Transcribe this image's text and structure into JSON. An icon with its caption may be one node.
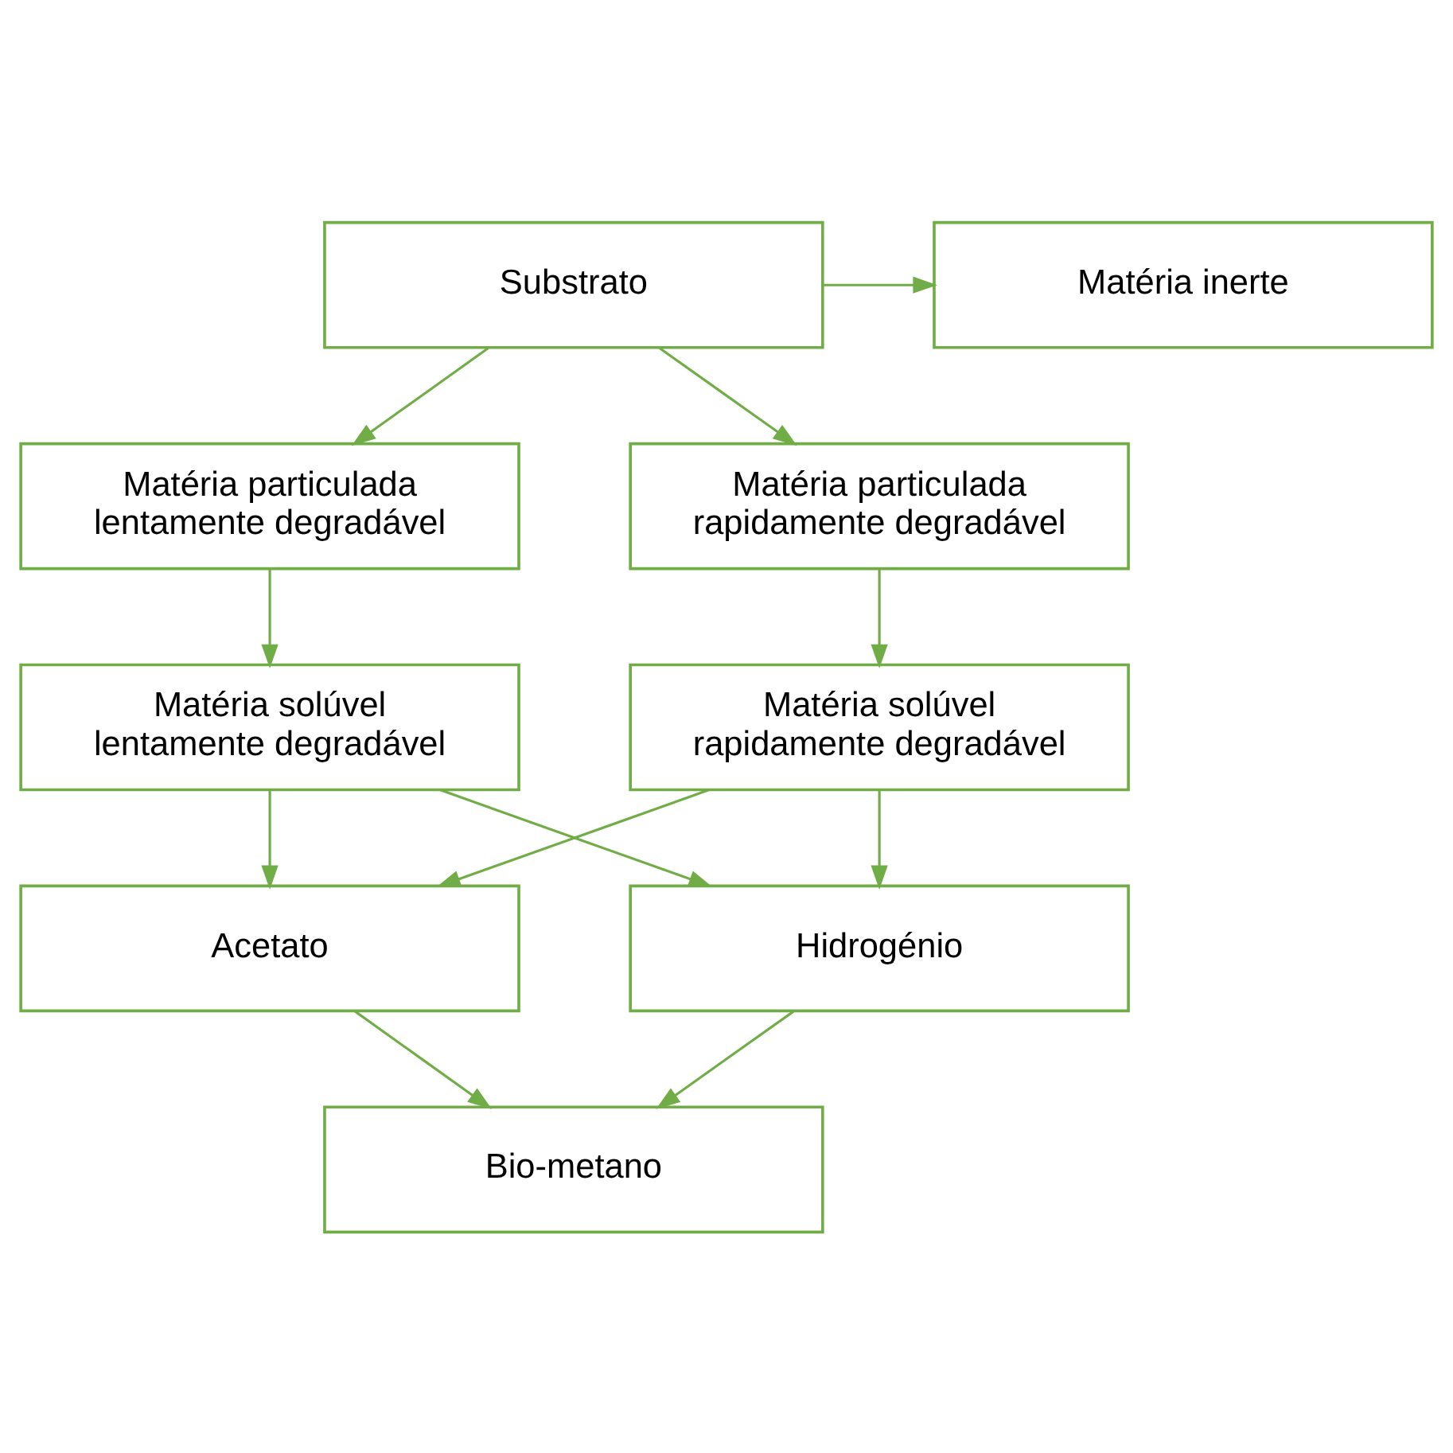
{
  "diagram": {
    "nodes": [
      {
        "text": [
          "Substrato"
        ]
      },
      {
        "text": [
          "Matéria inerte"
        ]
      },
      {
        "text": [
          "Matéria particulada lentamente degradável"
        ]
      },
      {
        "text": [
          "Matéria particulada rapidamente degradável"
        ]
      },
      {
        "text": [
          "Matéria solúvel lentamente degradável"
        ]
      },
      {
        "text": [
          "Matéria solúvel rapidamente degradável"
        ]
      },
      {
        "text": [
          "Acetato"
        ]
      },
      {
        "text": [
          "Hidrogénio"
        ]
      },
      {
        "text": [
          "Bio-metano"
        ]
      }
    ],
    "edges": [
      {
        "from": 0,
        "to": 1,
        "arrow": "to"
      },
      {
        "from": 0,
        "to": 2,
        "arrow": "to"
      },
      {
        "from": 0,
        "to": 3,
        "arrow": "to"
      },
      {
        "from": 2,
        "to": 4,
        "arrow": "to"
      },
      {
        "from": 3,
        "to": 5,
        "arrow": "to"
      },
      {
        "from": 4,
        "to": 6,
        "arrow": "to"
      },
      {
        "from": 4,
        "to": 7,
        "arrow": "to"
      },
      {
        "from": 5,
        "to": 6,
        "arrow": "to"
      },
      {
        "from": 5,
        "to": 7,
        "arrow": "to"
      },
      {
        "from": 6,
        "to": 8,
        "arrow": "to"
      },
      {
        "from": 7,
        "to": 8,
        "arrow": "to"
      }
    ]
  }
}
